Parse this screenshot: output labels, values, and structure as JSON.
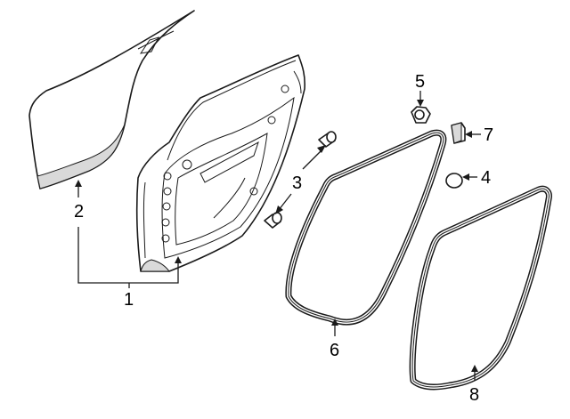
{
  "callouts": {
    "c1": "1",
    "c2": "2",
    "c3": "3",
    "c4": "4",
    "c5": "5",
    "c6": "6",
    "c7": "7",
    "c8": "8"
  },
  "colors": {
    "line": "#1a1a1a",
    "shading": "#d9d9d9",
    "background": "#ffffff"
  },
  "icons": [
    "door-outer-panel",
    "door-shell",
    "hinge-plug",
    "grommet",
    "clip",
    "seal",
    "bracket"
  ]
}
